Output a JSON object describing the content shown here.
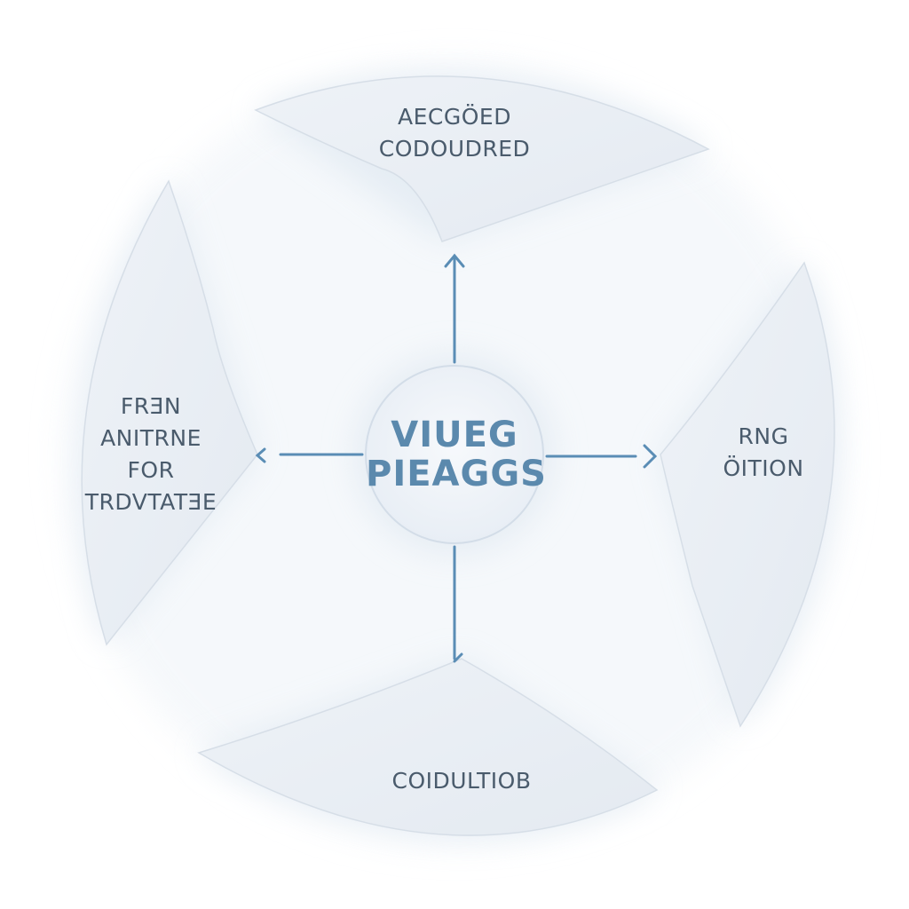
{
  "center": {
    "lines": [
      "VIUEG",
      "PIEAGGS"
    ]
  },
  "nodes": {
    "top": {
      "lines": [
        "AECGÖED",
        "CODOUDRED"
      ]
    },
    "left": {
      "lines": [
        "FRƎN",
        "ANITRNE",
        "FOR",
        "TRDVTATƎE"
      ]
    },
    "right": {
      "lines": [
        "RNG",
        "ÖITION"
      ]
    },
    "bottom": {
      "lines": [
        "COIDULTIOB"
      ]
    }
  },
  "colors": {
    "segment_fill": "#e9eef4",
    "segment_edge": "#d8e0e8",
    "glow": "#dfe8f1",
    "arrow": "#5a8db5",
    "center_text": "#5b89ad",
    "node_text": "#4a5b6c"
  }
}
